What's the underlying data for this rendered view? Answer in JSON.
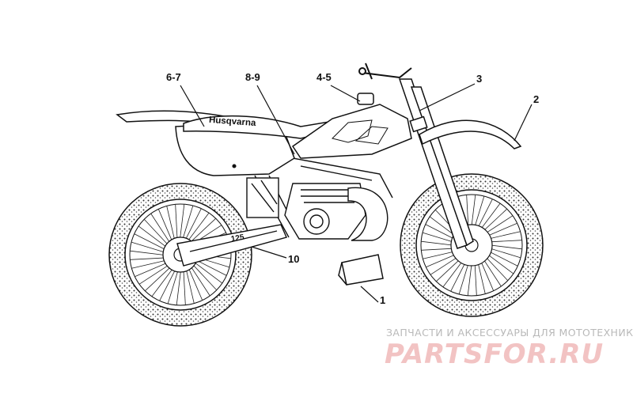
{
  "callouts": {
    "c67": "6-7",
    "c89": "8-9",
    "c45": "4-5",
    "c3": "3",
    "c2": "2",
    "c10": "10",
    "c1": "1"
  },
  "decals": {
    "brand": "Husqvarna",
    "number": "125"
  },
  "watermark": {
    "subtitle": "ЗАПЧАСТИ И АКСЕССУАРЫ ДЛЯ МОТОТЕХНИКИ",
    "logo": "PARTSFOR.RU"
  },
  "colors": {
    "line": "#111111",
    "watermark_sub": "#b9b9b9",
    "watermark_logo": "#f2c3c3"
  }
}
